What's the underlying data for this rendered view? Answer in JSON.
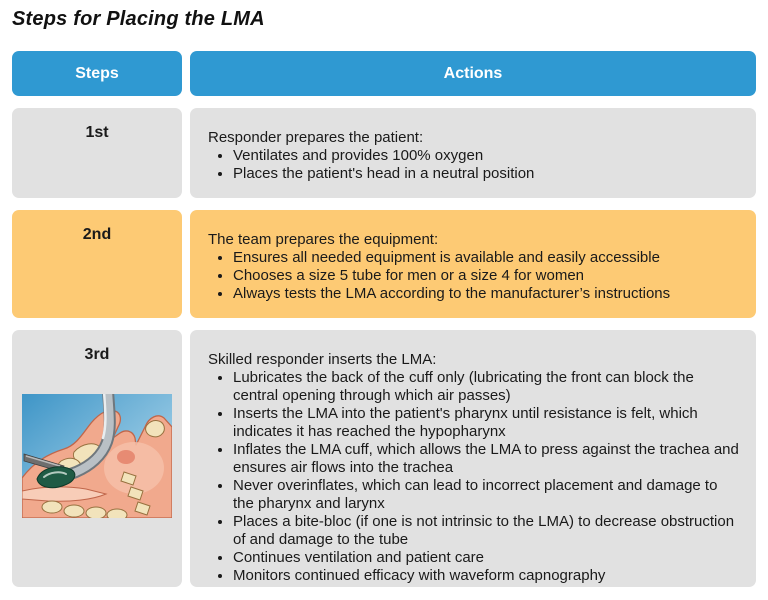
{
  "title": "Steps for Placing the LMA",
  "colors": {
    "header_blue": "#2f99d2",
    "row_gray": "#e1e1e1",
    "row_orange": "#fdca74",
    "header_text": "#ffffff",
    "body_text": "#1a1a1a"
  },
  "table": {
    "headers": {
      "steps": "Steps",
      "actions": "Actions"
    },
    "rows": [
      {
        "step": "1st",
        "highlight": false,
        "intro": "Responder prepares the patient:",
        "bullets": [
          "Ventilates and provides 100% oxygen",
          "Places the patient's head in a neutral position"
        ]
      },
      {
        "step": "2nd",
        "highlight": true,
        "intro": "The team prepares the equipment:",
        "bullets": [
          "Ensures all needed equipment is available and easily accessible",
          "Chooses a size 5 tube for men or a size 4 for women",
          "Always tests the LMA according to the manufacturer’s instructions"
        ]
      },
      {
        "step": "3rd",
        "highlight": false,
        "has_image": true,
        "image_name": "lma-insertion-illustration",
        "intro": "Skilled responder inserts the LMA:",
        "bullets": [
          "Lubricates the back of the cuff only (lubricating the front can block the central opening through which air passes)",
          "Inserts the LMA into the patient's pharynx until resistance is felt, which indicates it has reached the hypopharynx",
          "Inflates the LMA cuff, which allows the LMA to press against the trachea and ensures air flows into the trachea",
          "Never overinflates, which can lead to incorrect placement and damage to the pharynx and larynx",
          "Places a bite-bloc (if one is not intrinsic to the LMA) to decrease obstruction of and damage to the tube",
          "Continues ventilation and patient care",
          "Monitors continued efficacy with waveform capnography"
        ]
      }
    ]
  }
}
